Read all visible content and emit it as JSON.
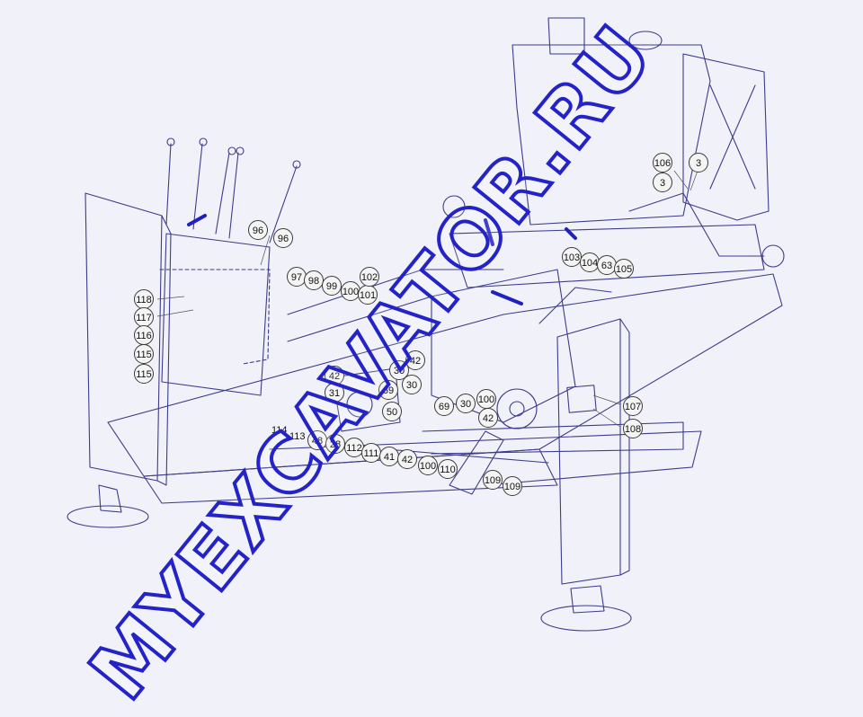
{
  "colors": {
    "background": "#f1f1fa",
    "line": "#3c3c8a",
    "hose": "#2020c0",
    "watermark": "#2323c8",
    "callout_fill": "#f4f4f4"
  },
  "watermark": "MYEXCAVATOR.RU",
  "callouts": [
    {
      "id": "c106",
      "label": "106"
    },
    {
      "id": "c3a",
      "label": "3"
    },
    {
      "id": "c3b",
      "label": "3"
    },
    {
      "id": "c96a",
      "label": "96"
    },
    {
      "id": "c96b",
      "label": "96"
    },
    {
      "id": "c97",
      "label": "97"
    },
    {
      "id": "c98",
      "label": "98"
    },
    {
      "id": "c99",
      "label": "99"
    },
    {
      "id": "c100a",
      "label": "100"
    },
    {
      "id": "c101",
      "label": "101"
    },
    {
      "id": "c102",
      "label": "102"
    },
    {
      "id": "c103",
      "label": "103"
    },
    {
      "id": "c104",
      "label": "104"
    },
    {
      "id": "c63",
      "label": "63"
    },
    {
      "id": "c105",
      "label": "105"
    },
    {
      "id": "c118",
      "label": "118"
    },
    {
      "id": "c117",
      "label": "117"
    },
    {
      "id": "c116",
      "label": "116"
    },
    {
      "id": "c115a",
      "label": "115"
    },
    {
      "id": "c115b",
      "label": "115"
    },
    {
      "id": "c42a",
      "label": "42"
    },
    {
      "id": "c42b",
      "label": "42"
    },
    {
      "id": "c31",
      "label": "31"
    },
    {
      "id": "c30a",
      "label": "30"
    },
    {
      "id": "c30b",
      "label": "30"
    },
    {
      "id": "c69a",
      "label": "69"
    },
    {
      "id": "c50",
      "label": "50"
    },
    {
      "id": "c69b",
      "label": "69"
    },
    {
      "id": "c30c",
      "label": "30"
    },
    {
      "id": "c100b",
      "label": "100"
    },
    {
      "id": "c42c",
      "label": "42"
    },
    {
      "id": "c107",
      "label": "107"
    },
    {
      "id": "c108",
      "label": "108"
    },
    {
      "id": "c48",
      "label": "48"
    },
    {
      "id": "c28",
      "label": "28"
    },
    {
      "id": "c112",
      "label": "112"
    },
    {
      "id": "c111",
      "label": "111"
    },
    {
      "id": "c41",
      "label": "41"
    },
    {
      "id": "c42d",
      "label": "42"
    },
    {
      "id": "c100c",
      "label": "100"
    },
    {
      "id": "c110",
      "label": "110"
    },
    {
      "id": "c109a",
      "label": "109"
    },
    {
      "id": "c109b",
      "label": "109"
    }
  ],
  "plain_labels": [
    {
      "id": "p114",
      "label": "114"
    },
    {
      "id": "p113",
      "label": "113"
    }
  ]
}
